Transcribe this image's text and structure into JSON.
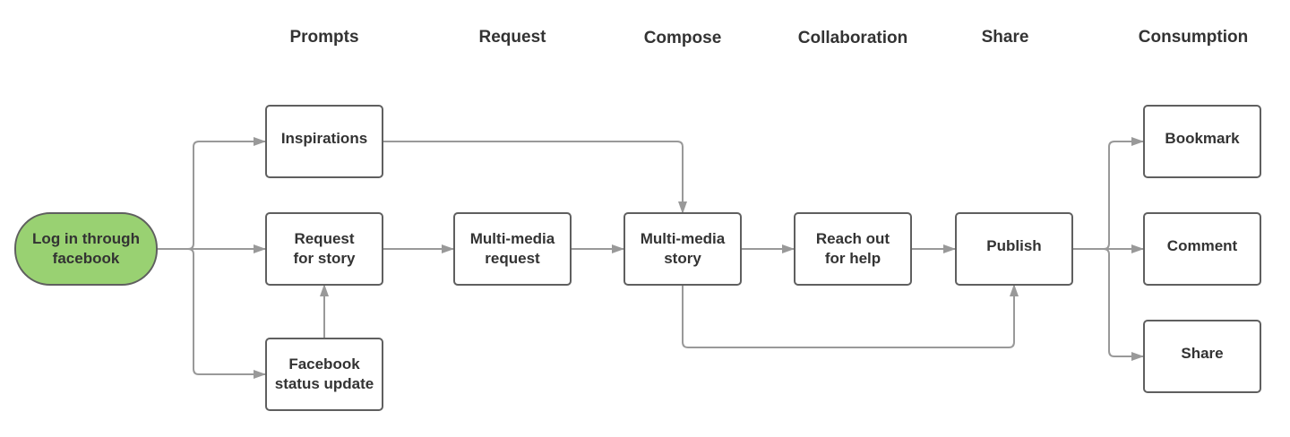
{
  "colors": {
    "start_fill": "#99d172",
    "border": "#5f5f5f",
    "connector": "#999999",
    "text": "#333333"
  },
  "stages": [
    "Prompts",
    "Request",
    "Compose",
    "Collaboration",
    "Share",
    "Consumption"
  ],
  "nodes": {
    "login": [
      "Log in through",
      "facebook"
    ],
    "inspirations": [
      "Inspirations"
    ],
    "request_story": [
      "Request",
      "for story"
    ],
    "fb_status": [
      "Facebook",
      "status update"
    ],
    "mm_request": [
      "Multi-media",
      "request"
    ],
    "mm_story": [
      "Multi-media",
      "story"
    ],
    "reach_out": [
      "Reach out",
      "for help"
    ],
    "publish": [
      "Publish"
    ],
    "bookmark": [
      "Bookmark"
    ],
    "comment": [
      "Comment"
    ],
    "share": [
      "Share"
    ]
  },
  "edges": [
    [
      "login",
      "inspirations"
    ],
    [
      "login",
      "request_story"
    ],
    [
      "login",
      "fb_status"
    ],
    [
      "fb_status",
      "request_story"
    ],
    [
      "inspirations",
      "mm_story"
    ],
    [
      "request_story",
      "mm_request"
    ],
    [
      "mm_request",
      "mm_story"
    ],
    [
      "mm_story",
      "reach_out"
    ],
    [
      "reach_out",
      "publish"
    ],
    [
      "mm_story",
      "publish"
    ],
    [
      "publish",
      "bookmark"
    ],
    [
      "publish",
      "comment"
    ],
    [
      "publish",
      "share"
    ]
  ]
}
